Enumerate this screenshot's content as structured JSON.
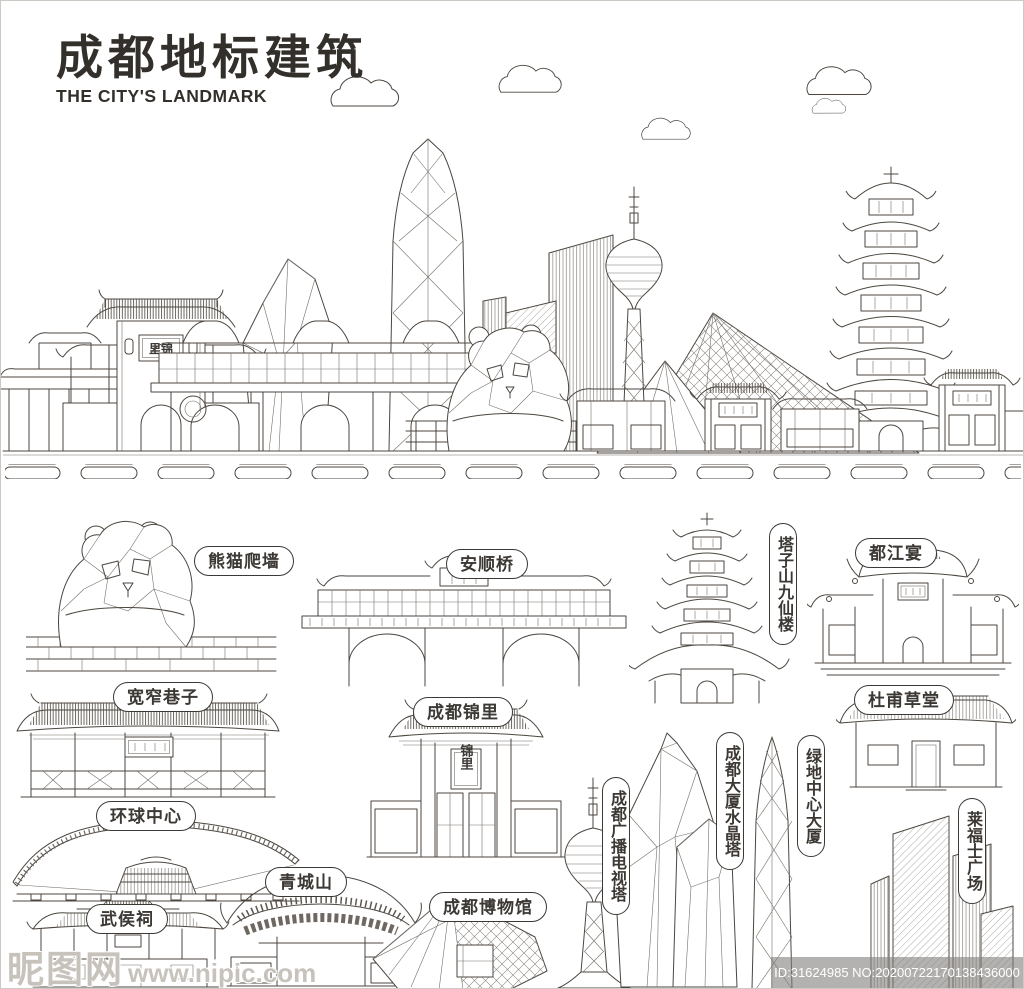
{
  "header": {
    "title": "成都地标建筑",
    "subtitle": "THE CITY'S LANDMARK"
  },
  "skyline": {
    "jinli_plaque_text": "里锦"
  },
  "figures": {
    "jinli_plaque_text": "锦里"
  },
  "landmarks": [
    {
      "id": "panda-wall",
      "label": "熊猫爬墙",
      "label_orientation": "horizontal"
    },
    {
      "id": "anshun-bridge",
      "label": "安顺桥",
      "label_orientation": "horizontal"
    },
    {
      "id": "tazishan-jiuxian-tower",
      "label": "塔子山九仙楼",
      "label_orientation": "vertical"
    },
    {
      "id": "dujiang-banquet-gate",
      "label": "都江宴",
      "label_orientation": "horizontal"
    },
    {
      "id": "kuanzhai-alley",
      "label": "宽窄巷子",
      "label_orientation": "horizontal"
    },
    {
      "id": "chengdu-jinli",
      "label": "成都锦里",
      "label_orientation": "horizontal"
    },
    {
      "id": "dufu-cottage",
      "label": "杜甫草堂",
      "label_orientation": "horizontal"
    },
    {
      "id": "global-center",
      "label": "环球中心",
      "label_orientation": "horizontal"
    },
    {
      "id": "chengdu-tv-tower",
      "label": "成都广播电视塔",
      "label_orientation": "vertical"
    },
    {
      "id": "chengdu-crystal-tower",
      "label": "成都大厦水晶塔",
      "label_orientation": "vertical"
    },
    {
      "id": "greenland-center",
      "label": "绿地中心大厦",
      "label_orientation": "vertical"
    },
    {
      "id": "raffles-plaza",
      "label": "莱福士广场",
      "label_orientation": "vertical"
    },
    {
      "id": "qingcheng-mountain",
      "label": "青城山",
      "label_orientation": "horizontal"
    },
    {
      "id": "wuhou-shrine",
      "label": "武侯祠",
      "label_orientation": "horizontal"
    },
    {
      "id": "chengdu-museum",
      "label": "成都博物馆",
      "label_orientation": "horizontal"
    }
  ],
  "watermark": {
    "site_name": "昵图网",
    "site_url": "www.nipic.com",
    "image_id": "ID:31624985 NO:20200722170138436000"
  },
  "colors": {
    "line": "#4c463f",
    "label": "#3c3834",
    "background": "#ffffff"
  }
}
